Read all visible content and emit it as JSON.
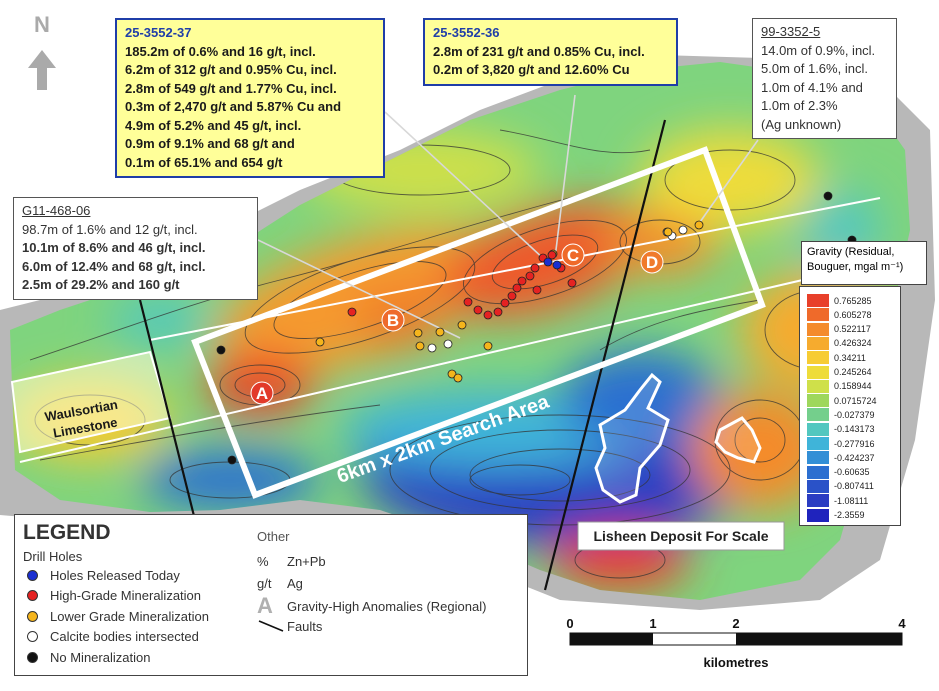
{
  "north_label": "N",
  "callouts": {
    "hole_37": {
      "title": "25-3552-37",
      "lines": [
        "185.2m of 0.6% and 16 g/t, incl.",
        "6.2m of 312 g/t and 0.95% Cu, incl.",
        "2.8m of 549 g/t and 1.77% Cu, incl.",
        "0.3m of 2,470 g/t and 5.87% Cu and",
        "4.9m of 5.2% and 45 g/t, incl.",
        "0.9m of 9.1% and 68 g/t and",
        "0.1m of 65.1% and 654 g/t"
      ]
    },
    "hole_36": {
      "title": "25-3552-36",
      "lines": [
        "2.8m of 231 g/t and 0.85% Cu, incl.",
        "0.2m of 3,820 g/t and 12.60% Cu"
      ]
    },
    "hole_99": {
      "title": "99-3352-5",
      "lines": [
        "14.0m of 0.9%, incl.",
        "5.0m of 1.6%, incl.",
        "1.0m of 4.1% and",
        "1.0m of 2.3%",
        "(Ag unknown)"
      ]
    },
    "hole_g11": {
      "title": "G11-468-06",
      "lines": [
        "98.7m of 1.6% and 12 g/t, incl.",
        "10.1m of 8.6% and 46 g/t, incl.",
        "6.0m of 12.4% and 68 g/t, incl.",
        "2.5m of 29.2% and 160 g/t"
      ]
    }
  },
  "anomaly_labels": [
    "A",
    "B",
    "C",
    "D"
  ],
  "map_labels": {
    "search_area": "6km x 2km Search Area",
    "waulsortian": [
      "Waulsortian",
      "Limestone"
    ],
    "lisheen": "Lisheen Deposit For Scale"
  },
  "gravity_legend": {
    "title": "Gravity (Residual, Bouguer, mgal m⁻¹)",
    "values": [
      "0.765285",
      "0.605278",
      "0.522117",
      "0.426324",
      "0.34211",
      "0.245264",
      "0.158944",
      "0.0715724",
      "-0.027379",
      "-0.143173",
      "-0.277916",
      "-0.424237",
      "-0.60635",
      "-0.807411",
      "-1.08111",
      "-2.3559"
    ],
    "colors": [
      "#e8402a",
      "#ef6a2a",
      "#f48b2c",
      "#f6ab2e",
      "#f7cc33",
      "#eedc3a",
      "#cfe04a",
      "#9ed75c",
      "#74cf8c",
      "#52c7bf",
      "#3fb4d9",
      "#338fd6",
      "#2c6fd0",
      "#2a52c8",
      "#2a3cc2",
      "#1f23bd"
    ]
  },
  "legend": {
    "title": "LEGEND",
    "drill_holes_heading": "Drill Holes",
    "items": [
      {
        "label": "Holes Released Today",
        "color": "#1a2fd1"
      },
      {
        "label": "High-Grade Mineralization",
        "color": "#e52222"
      },
      {
        "label": "Lower Grade Mineralization",
        "color": "#f5b51c"
      },
      {
        "label": "Calcite bodies intersected",
        "color": "#ffffff"
      },
      {
        "label": "No Mineralization",
        "color": "#111111"
      }
    ],
    "other_heading": "Other",
    "other_items": [
      {
        "symbol": "%",
        "label": "Zn+Pb"
      },
      {
        "symbol": "g/t",
        "label": "Ag"
      },
      {
        "symbol": "A",
        "label": "Gravity-High Anomalies (Regional)"
      },
      {
        "symbol": "line",
        "label": "Faults"
      }
    ]
  },
  "scale_bar": {
    "ticks": [
      "0",
      "1",
      "2",
      "4"
    ],
    "tick_km": [
      0,
      1,
      2,
      4
    ],
    "unit": "kilometres"
  },
  "drill_holes": {
    "released": [
      [
        548,
        262
      ],
      [
        557,
        265
      ]
    ],
    "high_grade": [
      [
        352,
        312
      ],
      [
        468,
        302
      ],
      [
        478,
        310
      ],
      [
        488,
        315
      ],
      [
        498,
        312
      ],
      [
        505,
        303
      ],
      [
        512,
        296
      ],
      [
        517,
        288
      ],
      [
        522,
        281
      ],
      [
        530,
        276
      ],
      [
        535,
        268
      ],
      [
        543,
        258
      ],
      [
        552,
        255
      ],
      [
        561,
        268
      ],
      [
        572,
        283
      ],
      [
        537,
        290
      ]
    ],
    "lower_grade": [
      [
        320,
        342
      ],
      [
        418,
        333
      ],
      [
        420,
        346
      ],
      [
        440,
        332
      ],
      [
        488,
        346
      ],
      [
        462,
        325
      ],
      [
        452,
        374
      ],
      [
        458,
        378
      ],
      [
        553,
        254
      ],
      [
        668,
        232
      ],
      [
        699,
        225
      ]
    ],
    "calcite": [
      [
        448,
        344
      ],
      [
        432,
        348
      ],
      [
        667,
        232
      ],
      [
        672,
        236
      ],
      [
        683,
        230
      ]
    ],
    "none": [
      [
        221,
        350
      ],
      [
        828,
        196
      ],
      [
        852,
        240
      ],
      [
        232,
        460
      ]
    ]
  }
}
